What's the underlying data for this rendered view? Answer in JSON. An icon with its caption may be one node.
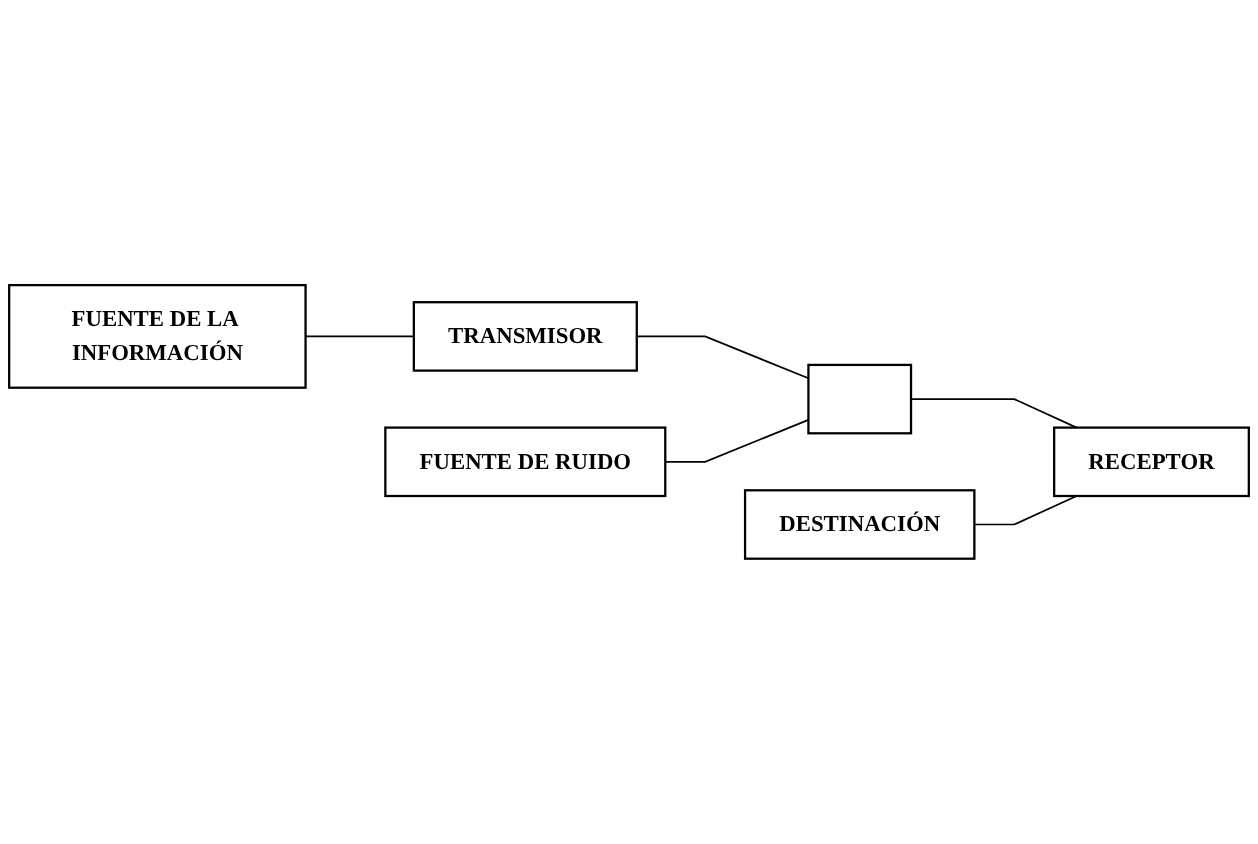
{
  "diagram": {
    "nodes": [
      {
        "text": [
          "FUENTE DE LA INFORMACIÓN"
        ]
      },
      {
        "text": [
          "TRANSMISOR"
        ]
      },
      {
        "text": [
          "FUENTE DE RUIDO"
        ]
      },
      {
        "text": [],
        "shape": "box"
      },
      {
        "text": [
          "DESTINACIÓN"
        ]
      },
      {
        "text": [
          "RECEPTOR"
        ]
      }
    ],
    "edges": [
      {
        "from": 0,
        "to": 1,
        "arrow": "none"
      },
      {
        "from": 1,
        "to": 3,
        "arrow": "none"
      },
      {
        "from": 2,
        "to": 3,
        "arrow": "none"
      },
      {
        "from": 3,
        "to": 5,
        "arrow": "none"
      },
      {
        "from": 4,
        "to": 5,
        "arrow": "none"
      }
    ]
  }
}
